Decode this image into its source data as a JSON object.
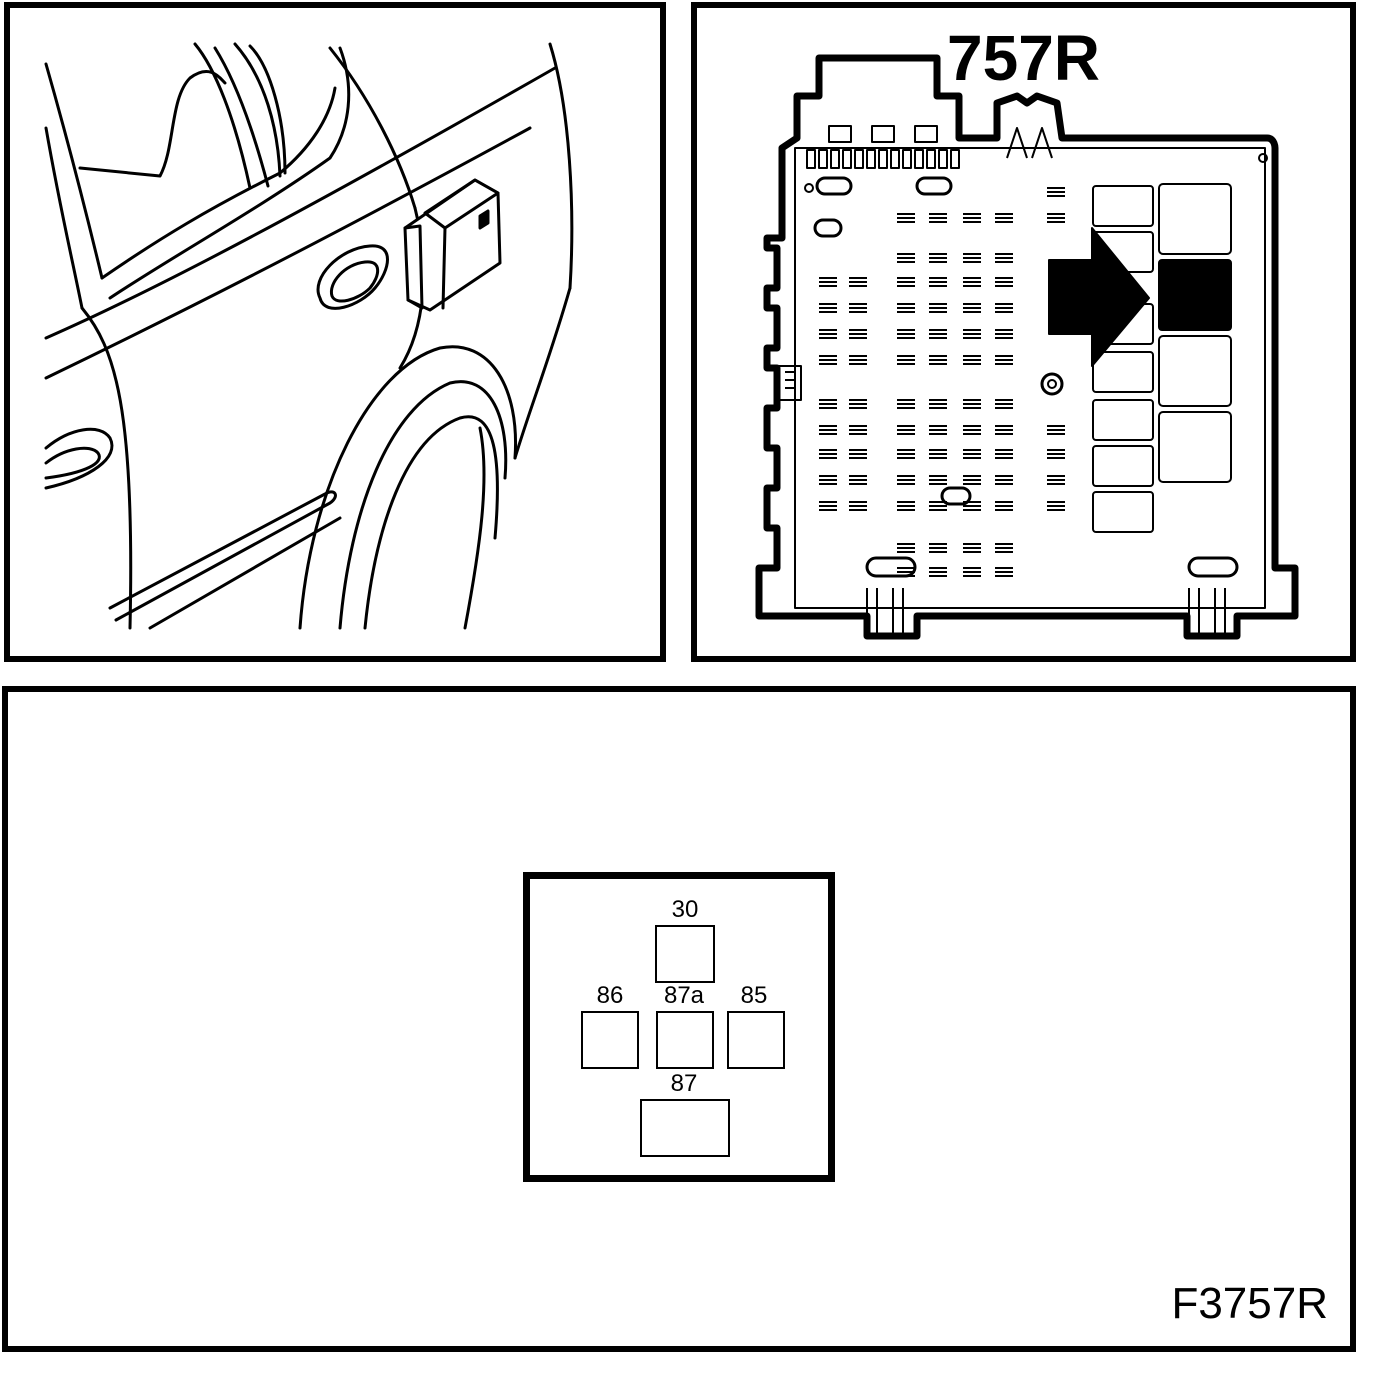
{
  "relay_id": "757R",
  "figure_code": "F3757R",
  "pins": {
    "p30": "30",
    "p86": "86",
    "p87a": "87a",
    "p85": "85",
    "p87": "87"
  },
  "colors": {
    "ink": "#000000",
    "paper": "#ffffff"
  }
}
